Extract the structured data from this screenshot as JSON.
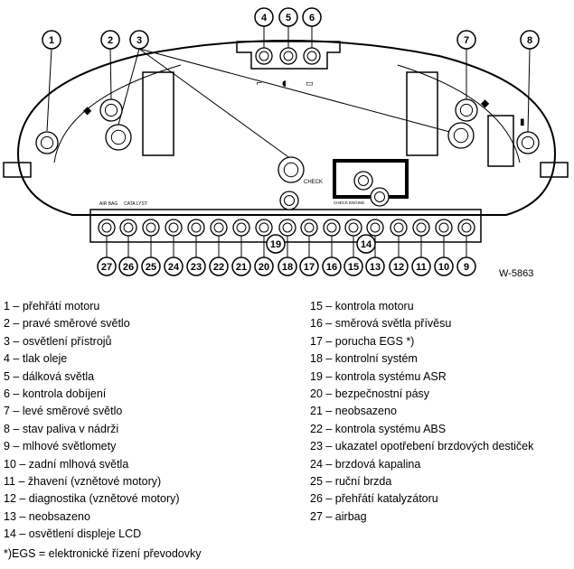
{
  "diagram_code": "W-5863",
  "legend_left": [
    "1 – přehřátí motoru",
    "2 – pravé směrové světlo",
    "3 – osvětlení přístrojů",
    "4 – tlak oleje",
    "5 – dálková světla",
    "6 – kontrola dobíjení",
    "7 – levé směrové světlo",
    "8 – stav paliva v nádrži",
    "9 – mlhové světlomety",
    "10 – zadní mlhová světla",
    "11 – žhavení (vznětové motory)",
    "12 – diagnostika (vznětové motory)",
    "13 – neobsazeno",
    "14 – osvětlení displeje LCD"
  ],
  "legend_right": [
    "15 – kontrola motoru",
    "16 – směrová světla přívěsu",
    "17 – porucha EGS *)",
    "18 – kontrolní systém",
    "19 – kontrola systému ASR",
    "20 – bezpečnostní pásy",
    "21 – neobsazeno",
    "22 – kontrola systému ABS",
    "23 – ukazatel opotřebení brzdových destiček",
    "24 – brzdová kapalina",
    "25 – ruční brzda",
    "26 – přehřátí katalyzátoru",
    "27 – airbag"
  ],
  "footnote": "*)EGS = elektronické řízení převodovky",
  "top_callouts": [
    "1",
    "2",
    "3",
    "4",
    "5",
    "6",
    "7",
    "8"
  ],
  "bottom_callouts": [
    "27",
    "26",
    "25",
    "24",
    "23",
    "22",
    "21",
    "20",
    "19",
    "18",
    "17",
    "16",
    "15",
    "14",
    "13",
    "12",
    "11",
    "10",
    "9"
  ],
  "small_labels": {
    "airbag": "AIR BAG",
    "cata": "CATA LYST",
    "check": "CHECK",
    "check_engine": "CHECK ENGINE"
  }
}
